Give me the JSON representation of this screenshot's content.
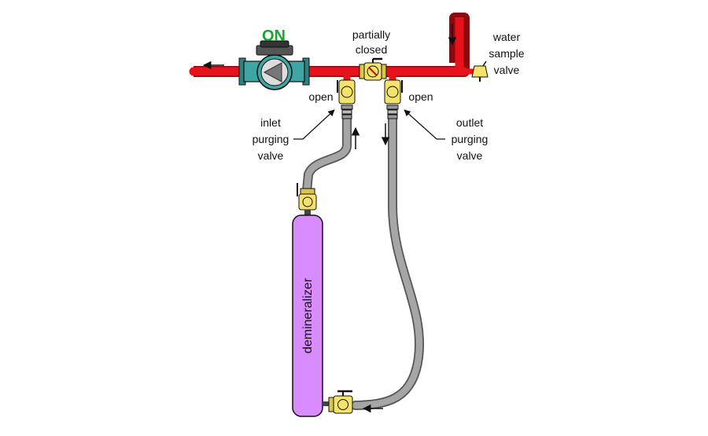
{
  "labels": {
    "pump_state": "ON",
    "partially_closed": [
      "partially",
      "closed"
    ],
    "water_sample_valve": [
      "water",
      "sample",
      "valve"
    ],
    "open_left": "open",
    "open_right": "open",
    "inlet_purging_valve": [
      "inlet",
      "purging",
      "valve"
    ],
    "outlet_purging_valve": [
      "outlet",
      "purging",
      "valve"
    ],
    "demineralizer": "demineralizer"
  },
  "colors": {
    "pipe": "#e8121b",
    "hose": "#a6a6a6",
    "valve_body": "#f3e36b",
    "pump_body": "#3fa6a6",
    "demineralizer": "#d98cff",
    "on_text": "#1aa532"
  },
  "icons": {
    "pump": "circulator-pump-icon",
    "valve": "ball-valve-icon",
    "arrow": "flow-arrow-icon"
  }
}
